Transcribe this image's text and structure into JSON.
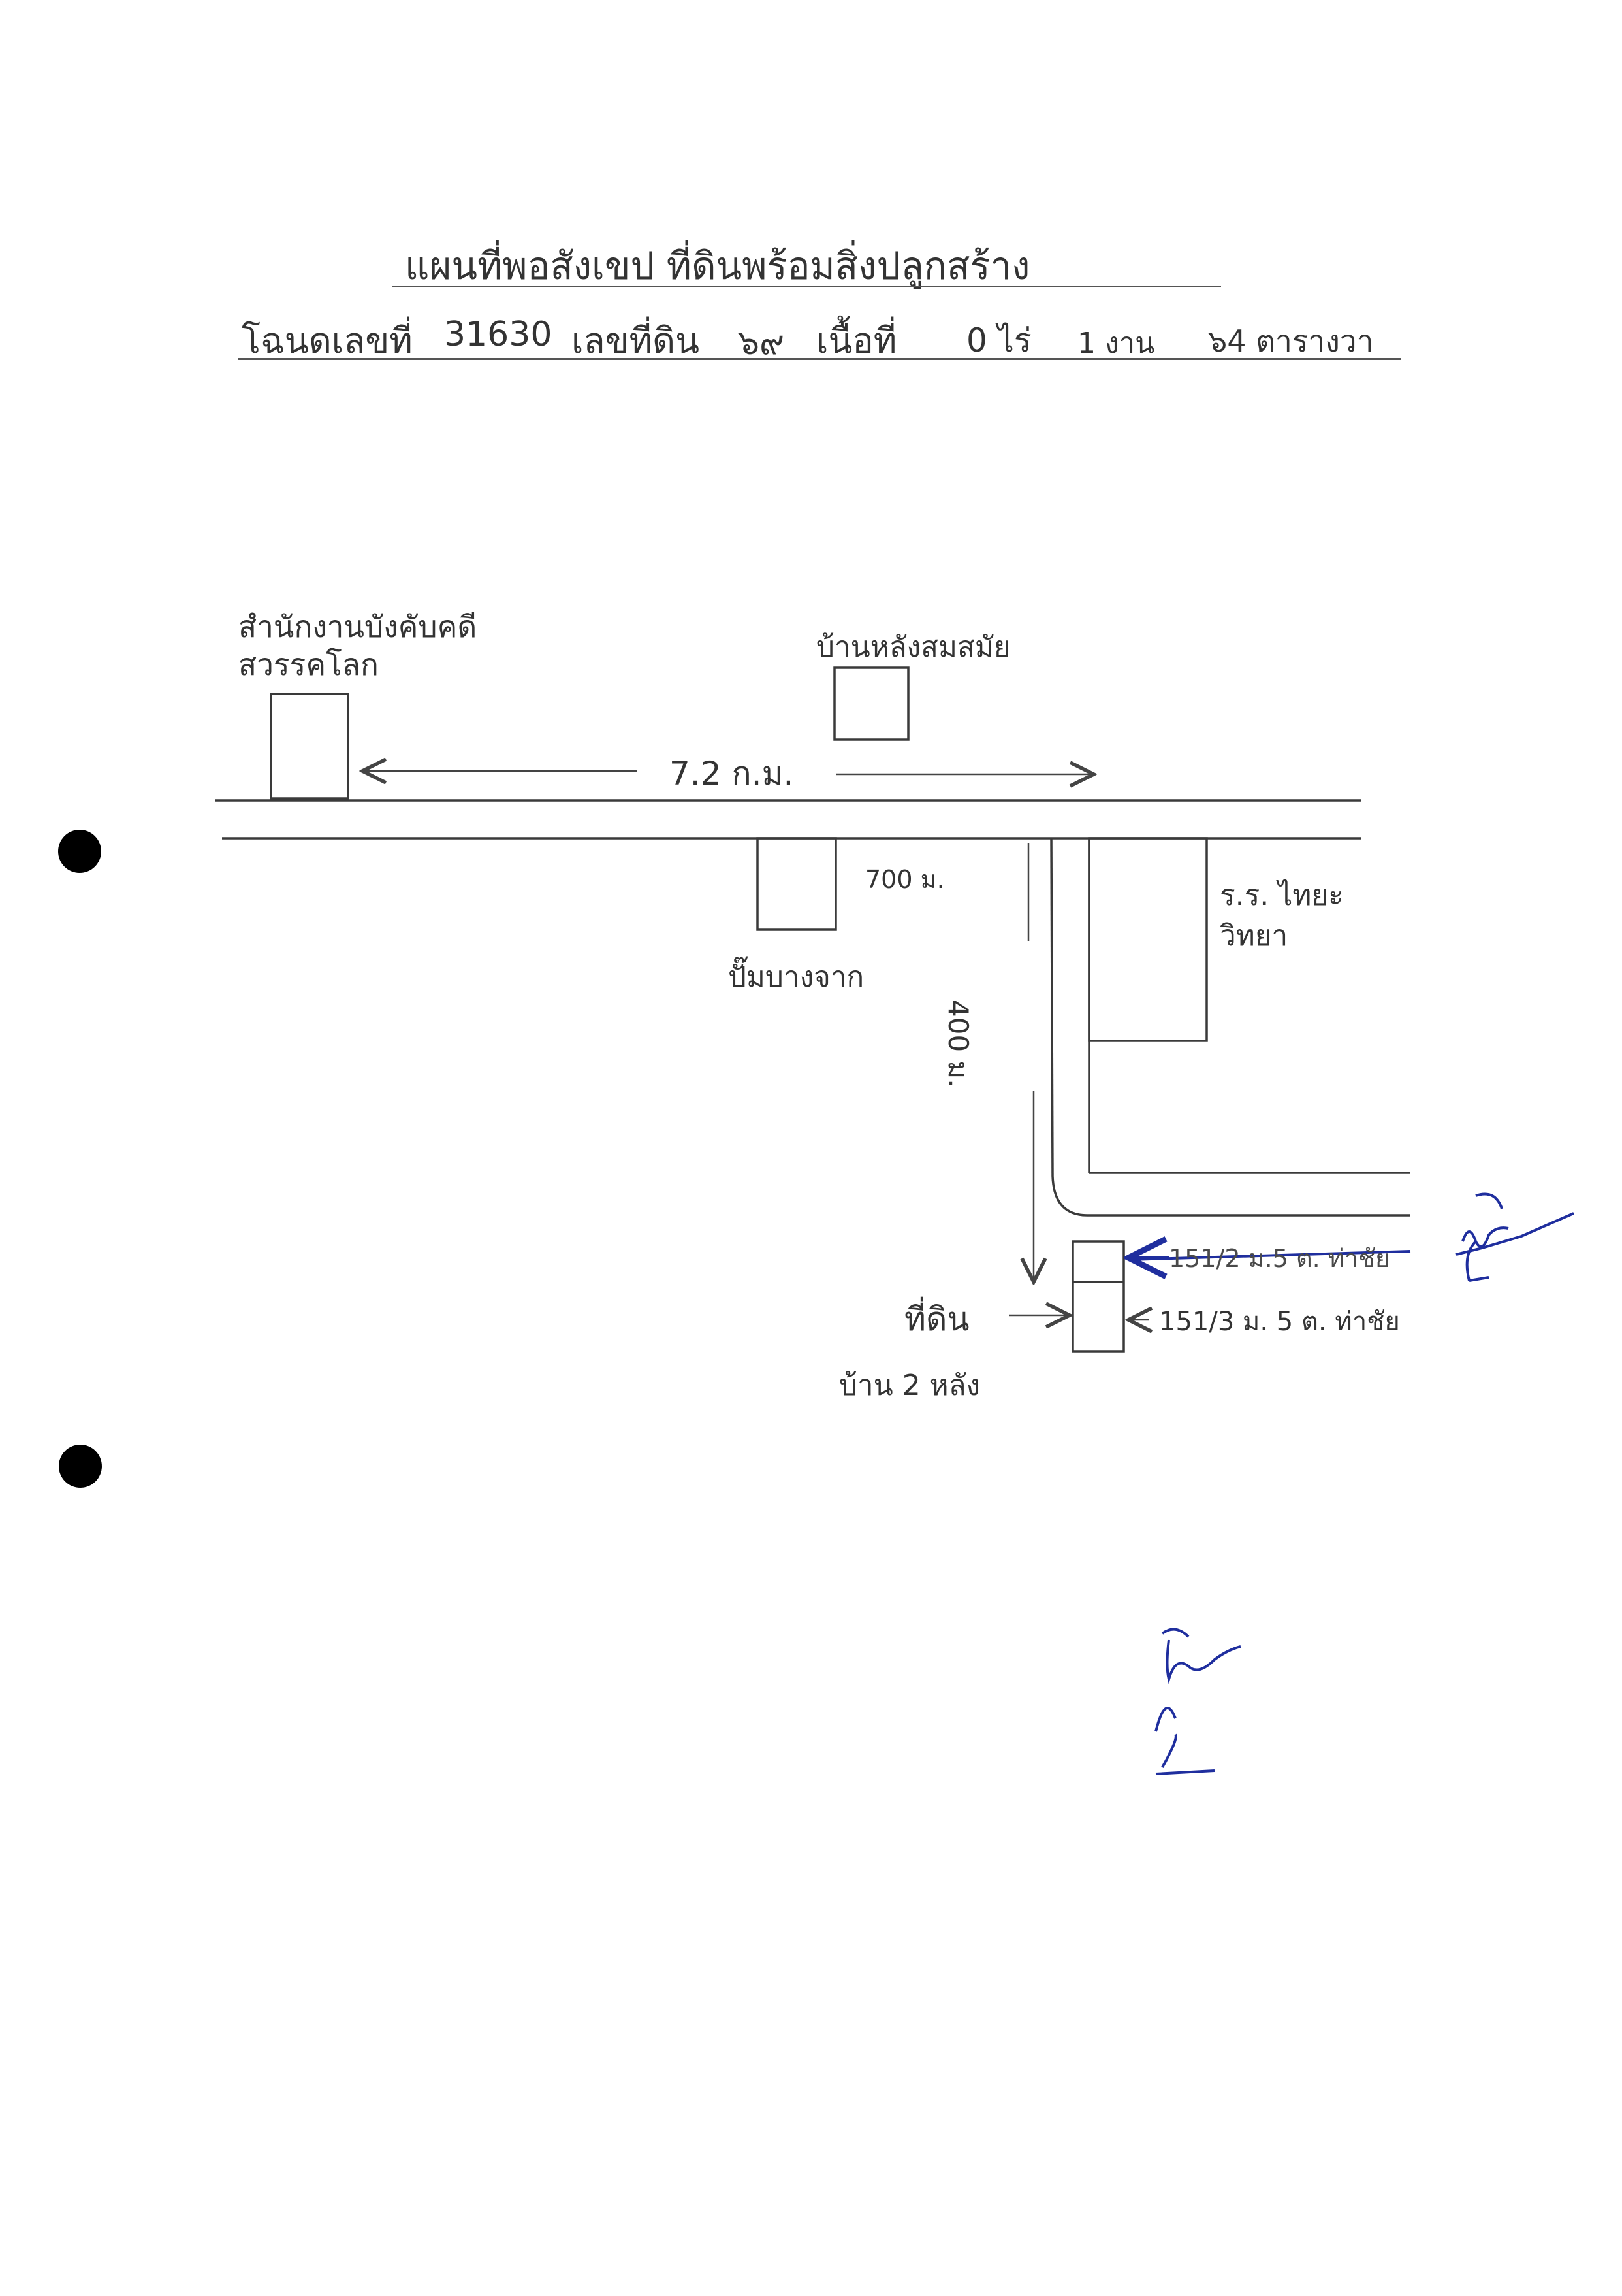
{
  "document": {
    "title": "แผนที่พอสังเขป ที่ดินพร้อมสิ่งปลูกสร้าง",
    "deed_line": {
      "deed_label": "โฉนดเลขที่",
      "deed_no": "31630",
      "parcel_label": "เลขที่ดิน",
      "parcel_no": "๖๙",
      "area_label": "เนื้อที่",
      "rai": "0 ไร่",
      "ngan": "1 งาน",
      "wa": "๖4 ตารางวา"
    }
  },
  "map": {
    "landmark_office": "สำนักงานบังคับคดี\nสวรรคโลก",
    "landmark_house": "บ้านหลังสมสมัย",
    "dist_main": "7.2 ก.ม.",
    "gas_station": "ปั๊มบางจาก",
    "dist_700": "700 ม.",
    "school": "ร.ร. ไทยะ\nวิทยา",
    "dist_400": "400 ม.",
    "house_old": "151/2 ม.5 ต. ท่าชัย",
    "house_new": "151/3 ม. 5 ต. ท่าชัย",
    "land_label": "ที่ดิน",
    "houses_count": "บ้าน 2 หลัง"
  },
  "colors": {
    "ink": "#333333",
    "pen_blue": "#1f2e9e",
    "hole": "#000000"
  }
}
